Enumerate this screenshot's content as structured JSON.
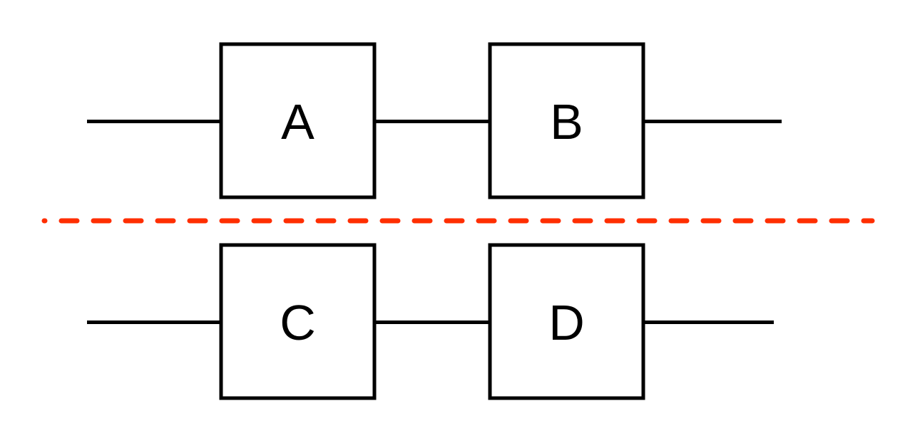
{
  "diagram": {
    "background_color": "#FFFFFF",
    "line_color": "#000000",
    "separator_color": "#FF2E00",
    "separator_style": "dashed",
    "rows": [
      {
        "id": "top",
        "blocks": [
          {
            "label": "A"
          },
          {
            "label": "B"
          }
        ]
      },
      {
        "id": "bottom",
        "blocks": [
          {
            "label": "C"
          },
          {
            "label": "D"
          }
        ]
      }
    ]
  }
}
